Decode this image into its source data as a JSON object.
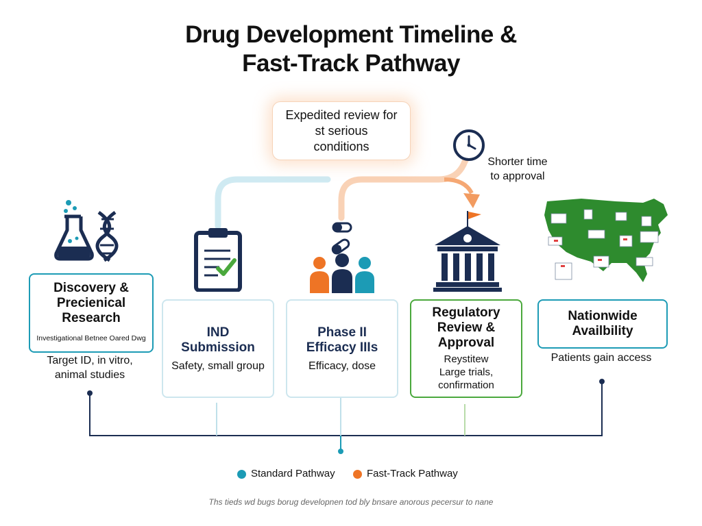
{
  "title": {
    "line1": "Drug Development Timeline &",
    "line2": "Fast-Track Pathway"
  },
  "callout": {
    "line1": "Expedited review for",
    "line2": "st serious",
    "line3": "conditions"
  },
  "clock_note": {
    "line1": "Shorter time",
    "line2": "to approval"
  },
  "stages": [
    {
      "head_lines": [
        "Discovery &",
        "Precienical",
        "Research"
      ],
      "sub": "Investigational Betnee Oared Dwg",
      "desc_lines": [
        "Target ID, in vitro,",
        "animal studies"
      ],
      "icon": "flask-dna-icon"
    },
    {
      "head_lines": [
        "IND",
        "Submission"
      ],
      "sub": "Safety, small group",
      "icon": "clipboard-check-icon"
    },
    {
      "head_lines": [
        "Phase II",
        "Efficacy IIIs"
      ],
      "sub": "Efficacy, dose",
      "icon": "pills-people-icon"
    },
    {
      "head_lines": [
        "Regulatory",
        "Review &",
        "Approval"
      ],
      "sub_lines": [
        "Reystitew",
        "Large trials,",
        "confirmation"
      ],
      "icon": "bank-flag-icon"
    },
    {
      "head_lines": [
        "Nationwide",
        "Availbility"
      ],
      "desc": "Patients gain access",
      "icon": "us-map-icon"
    }
  ],
  "legend": {
    "standard": "Standard Pathway",
    "fast_track": "Fast-Track Pathway"
  },
  "footer": "Ths tieds wd bugs borug developnen tod bly bnsare anorous pecersur to nane",
  "colors": {
    "navy": "#1b2d52",
    "teal": "#1c9bb5",
    "green": "#4aa83c",
    "orange": "#ee7425",
    "map_green": "#2e8b2e"
  }
}
